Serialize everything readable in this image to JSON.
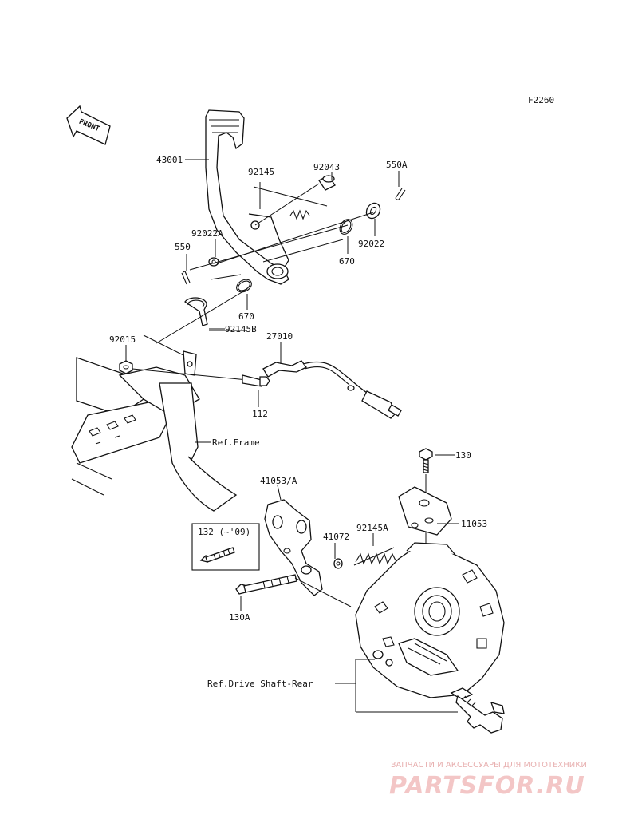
{
  "figure_code": "F2260",
  "front_arrow_text": "FRONT",
  "labels": {
    "p43001": "43001",
    "p92145": "92145",
    "p92043": "92043",
    "p550A": "550A",
    "p92022A": "92022A",
    "p550": "550",
    "p670a": "670",
    "p92022": "92022",
    "p670b": "670",
    "p92145B": "92145B",
    "p92015": "92015",
    "p27010": "27010",
    "p112": "112",
    "refFrame": "Ref.Frame",
    "p130": "130",
    "p41053A": "41053/A",
    "p11053": "11053",
    "p132": "132 (~'09)",
    "p41072": "41072",
    "p92145A": "92145A",
    "p130A": "130A",
    "refDrive": "Ref.Drive Shaft-Rear"
  },
  "watermark": {
    "top": "ЗАПЧАСТИ И АКСЕССУАРЫ ДЛЯ МОТОТЕХНИКИ",
    "brand": "PARTSFOR.RU"
  }
}
